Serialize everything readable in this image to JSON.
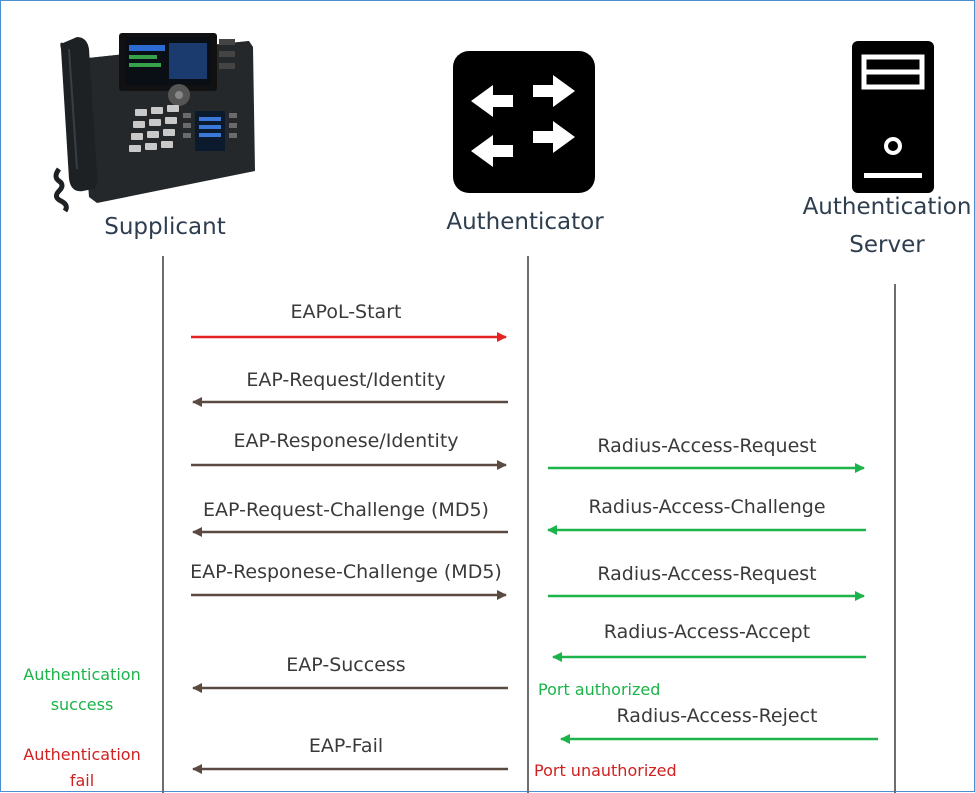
{
  "actors": {
    "supplicant": "Supplicant",
    "authenticator": "Authenticator",
    "server_line1": "Authentication",
    "server_line2": "Server"
  },
  "messages": {
    "eapol_start": "EAPoL-Start",
    "eap_request_identity": "EAP-Request/Identity",
    "eap_response_identity": "EAP-Responese/Identity",
    "radius_access_request_1": "Radius-Access-Request",
    "eap_request_challenge": "EAP-Request-Challenge (MD5)",
    "radius_access_challenge": "Radius-Access-Challenge",
    "eap_response_challenge": "EAP-Responese-Challenge (MD5)",
    "radius_access_request_2": "Radius-Access-Request",
    "radius_access_accept": "Radius-Access-Accept",
    "eap_success": "EAP-Success",
    "radius_access_reject": "Radius-Access-Reject",
    "eap_fail": "EAP-Fail"
  },
  "notes": {
    "port_authorized": "Port authorized",
    "port_unauthorized": "Port unauthorized",
    "auth_success_line1": "Authentication",
    "auth_success_line2": "success",
    "auth_fail_line1": "Authentication",
    "auth_fail_line2": "fail"
  },
  "icons": {
    "supplicant": "ip-phone-icon",
    "authenticator": "network-switch-icon",
    "server": "server-tower-icon"
  },
  "colors": {
    "start_arrow": "#e52222",
    "eap_arrow": "#5b4a42",
    "radius_arrow": "#1bb34a",
    "success_text": "#1bb34a",
    "fail_text": "#d11f1f",
    "lifeline": "#6d6d6d"
  }
}
